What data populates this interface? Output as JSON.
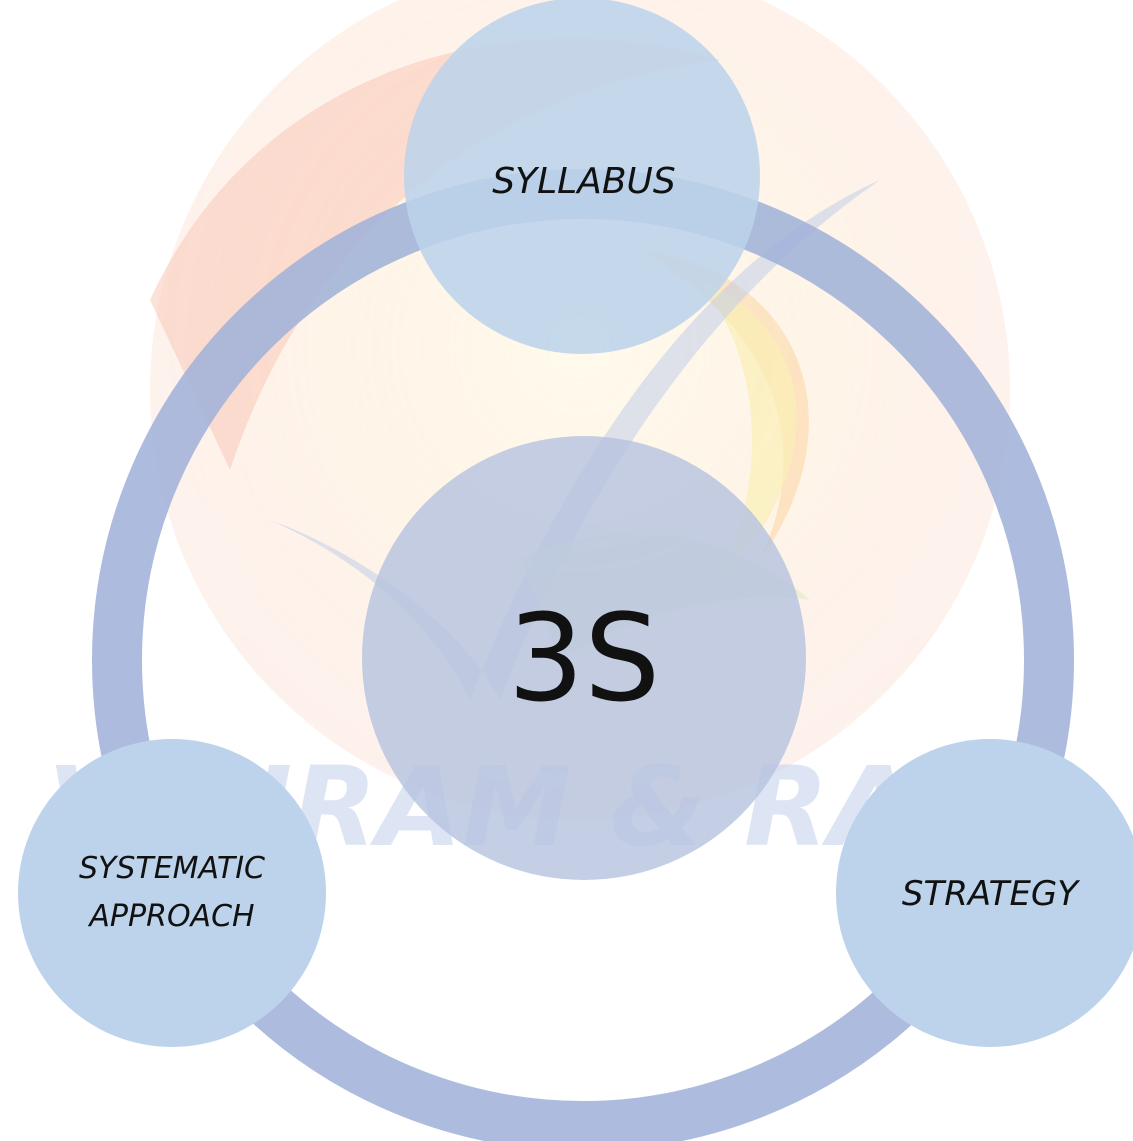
{
  "diagram": {
    "center": {
      "label": "3S"
    },
    "nodes": [
      {
        "id": "syllabus",
        "lines": [
          "SYLLABUS"
        ]
      },
      {
        "id": "systematic-approach",
        "lines": [
          "SYSTEMATIC",
          "APPROACH"
        ]
      },
      {
        "id": "strategy",
        "lines": [
          "STRATEGY"
        ]
      }
    ]
  },
  "watermark": {
    "text": "VAJIRAM & RAVI"
  },
  "colors": {
    "ring": "#9fb0d8",
    "node_fill": "#bcd3eb",
    "center_fill": "#b7c3df",
    "text": "#111111",
    "watermark_red": "#f06a3c",
    "watermark_orange": "#f7a531",
    "watermark_yellow": "#f5dd60",
    "watermark_blue": "#6f8fcf"
  }
}
